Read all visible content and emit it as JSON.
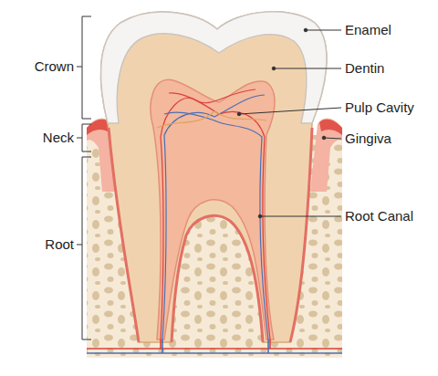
{
  "diagram": {
    "labels": [
      "Crown",
      "Neck",
      "Root",
      "Enamel",
      "Dentin",
      "Pulp Cavity",
      "Gingiva",
      "Root Canal"
    ]
  }
}
